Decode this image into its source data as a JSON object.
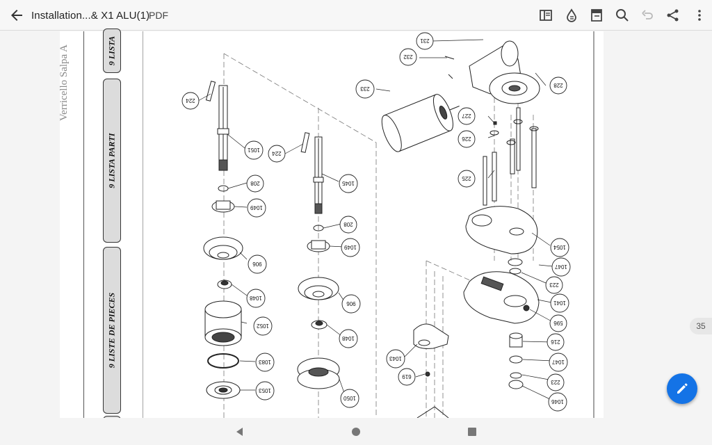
{
  "header": {
    "title": "Installation...& X1 ALU(1)",
    "file_type": "PDF"
  },
  "icons": {
    "back": "arrow-left-icon",
    "reading_mode": "reading-mode-icon",
    "liquid_mode": "liquid-mode-icon",
    "comment": "comment-icon",
    "search": "search-icon",
    "undo": "undo-icon",
    "share": "share-icon",
    "more": "more-vertical-icon",
    "edit": "pencil-icon"
  },
  "page": {
    "side_title": "Verricello Salpa A",
    "tabs": [
      {
        "label": "9 LISTA"
      },
      {
        "label": "9 LISTA PARTI"
      },
      {
        "label": "9 LISTE DE PIECES"
      }
    ],
    "callouts": [
      "224",
      "1051",
      "208",
      "1049",
      "906",
      "1048",
      "1052",
      "1083",
      "1053",
      "224",
      "1045",
      "208",
      "1049",
      "906",
      "1048",
      "1050",
      "231",
      "232",
      "233",
      "227",
      "226",
      "225",
      "228",
      "1054",
      "1047",
      "223",
      "1041",
      "596",
      "216",
      "1047",
      "223",
      "1046",
      "1043",
      "619"
    ]
  },
  "page_indicator": "35",
  "colors": {
    "accent": "#1473e6",
    "toolbar_bg": "#f7f7f7",
    "tab_bg": "#dcdcdc"
  }
}
